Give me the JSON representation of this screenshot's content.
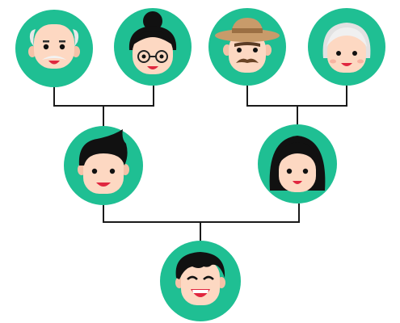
{
  "diagram": {
    "type": "family-tree",
    "colors": {
      "circle": "#1fbf93",
      "connector": "#1a1a1a",
      "skin": "#fdd8c2",
      "blush": "#f7b3a1",
      "hair_dark": "#111111",
      "hair_gray": "#e2e2e2",
      "hair_white": "#f0f0f0",
      "mouth": "#e0263f",
      "hat": "#c89b6a",
      "hat_band": "#9b6f43"
    },
    "nodes": [
      {
        "id": "grandfather-paternal",
        "role": "grandfather",
        "icon": "old-man-bald-mustache-icon",
        "generation": 1
      },
      {
        "id": "grandmother-paternal",
        "role": "grandmother",
        "icon": "old-woman-bun-glasses-icon",
        "generation": 1
      },
      {
        "id": "grandfather-maternal",
        "role": "grandfather",
        "icon": "man-hat-mustache-icon",
        "generation": 1
      },
      {
        "id": "grandmother-maternal",
        "role": "grandmother",
        "icon": "old-woman-white-hair-icon",
        "generation": 1
      },
      {
        "id": "father",
        "role": "father",
        "icon": "man-quiff-icon",
        "generation": 2
      },
      {
        "id": "mother",
        "role": "mother",
        "icon": "woman-black-bob-icon",
        "generation": 2
      },
      {
        "id": "child",
        "role": "child",
        "icon": "boy-laughing-icon",
        "generation": 3
      }
    ],
    "links": [
      {
        "parents": [
          "grandfather-paternal",
          "grandmother-paternal"
        ],
        "child": "father"
      },
      {
        "parents": [
          "grandfather-maternal",
          "grandmother-maternal"
        ],
        "child": "mother"
      },
      {
        "parents": [
          "father",
          "mother"
        ],
        "child": "child"
      }
    ]
  }
}
